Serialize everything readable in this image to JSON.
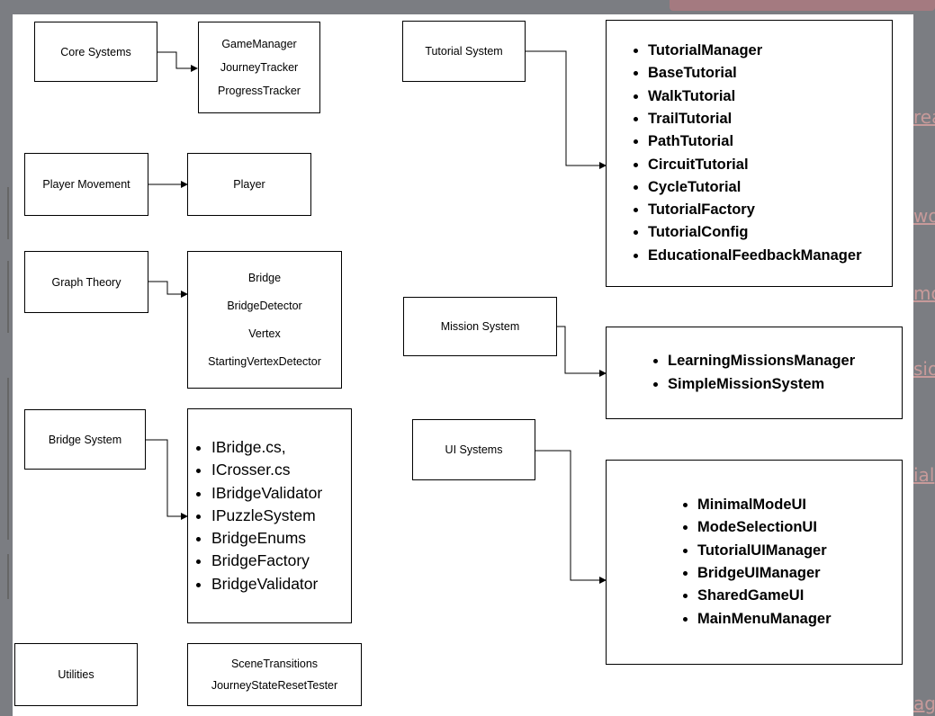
{
  "background": {
    "links": [
      "rea",
      "wo",
      "mo",
      "sio",
      "ial",
      "age"
    ]
  },
  "diagram": {
    "core_systems": {
      "label": "Core Systems",
      "items": [
        "GameManager",
        "JourneyTracker",
        "ProgressTracker"
      ]
    },
    "player_movement": {
      "label": "Player Movement",
      "items": [
        "Player"
      ]
    },
    "graph_theory": {
      "label": "Graph Theory",
      "items": [
        "Bridge",
        "BridgeDetector",
        "Vertex",
        "StartingVertexDetector"
      ]
    },
    "bridge_system": {
      "label": "Bridge System",
      "items": [
        "IBridge.cs,",
        "ICrosser.cs",
        "IBridgeValidator",
        "IPuzzleSystem",
        "BridgeEnums",
        "BridgeFactory",
        "BridgeValidator"
      ]
    },
    "utilities": {
      "label": "Utilities",
      "items": [
        "SceneTransitions",
        "JourneyStateResetTester"
      ]
    },
    "tutorial_system": {
      "label": "Tutorial System",
      "items": [
        "TutorialManager",
        "BaseTutorial",
        "WalkTutorial",
        "TrailTutorial",
        "PathTutorial",
        "CircuitTutorial",
        "CycleTutorial",
        "TutorialFactory",
        "TutorialConfig",
        "EducationalFeedbackManager"
      ]
    },
    "mission_system": {
      "label": "Mission System",
      "items": [
        "LearningMissionsManager",
        "SimpleMissionSystem"
      ]
    },
    "ui_systems": {
      "label": "UI Systems",
      "items": [
        "MinimalModeUI",
        "ModeSelectionUI",
        "TutorialUIManager",
        "BridgeUIManager",
        "SharedGameUI",
        "MainMenuManager"
      ]
    }
  },
  "colors": {
    "backdrop": "#7b7d82",
    "canvas": "#ffffff",
    "stroke": "#000000",
    "link": "#c79a9a"
  }
}
